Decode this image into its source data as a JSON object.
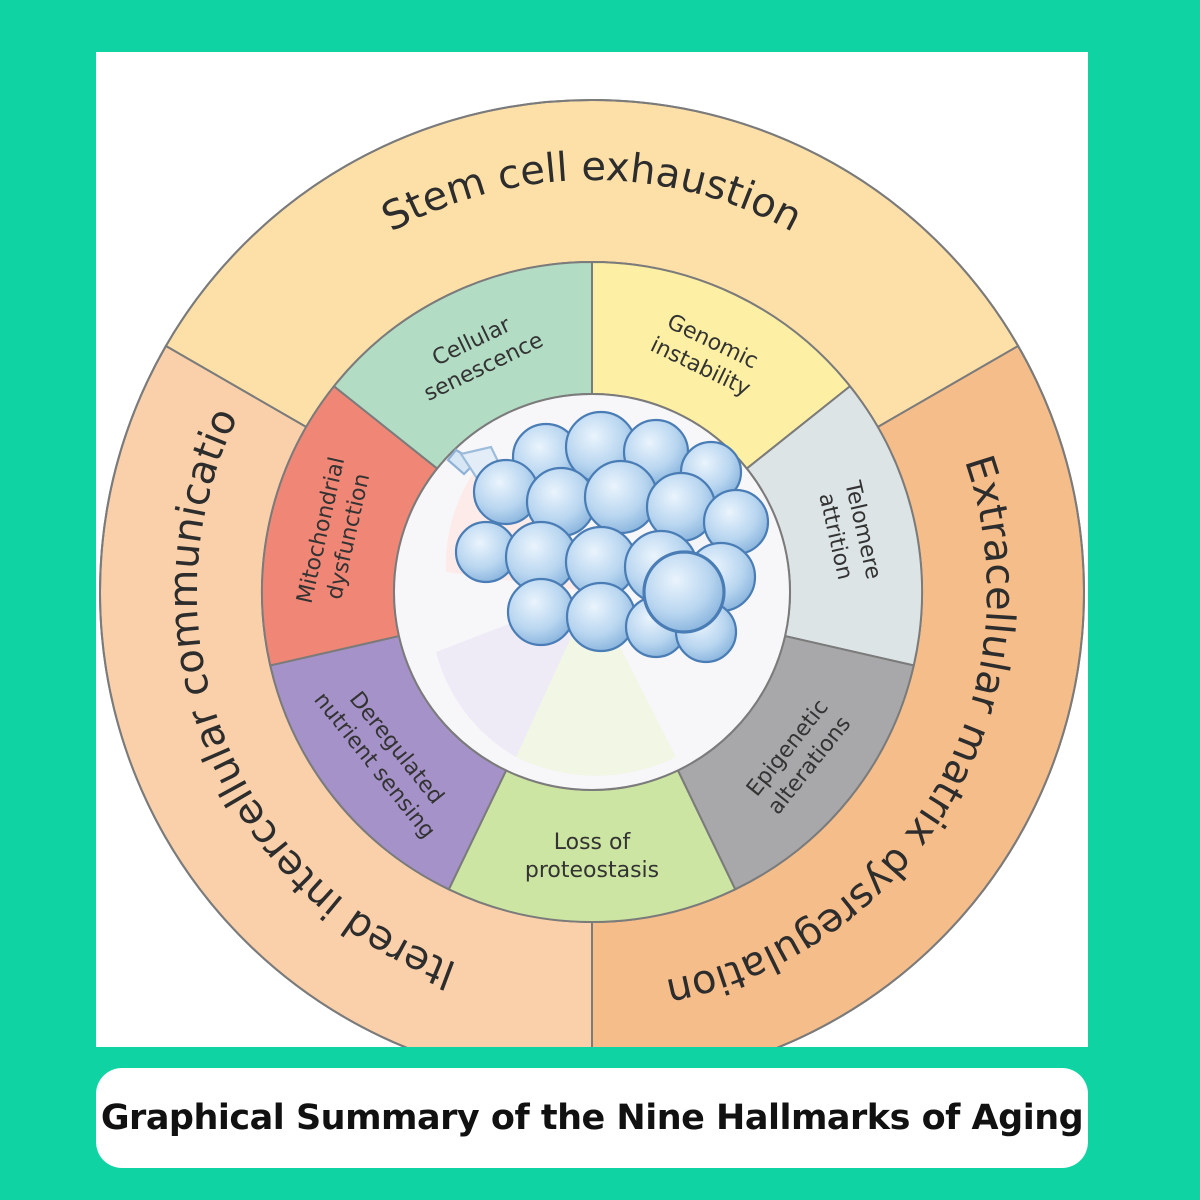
{
  "caption": "Graphical Summary of the Nine Hallmarks of Aging",
  "outer_ring": [
    {
      "id": "stem",
      "label": "Stem cell exhaustion",
      "color": "#fde0a8"
    },
    {
      "id": "ecm",
      "label": "Extracellular matrix dysregulation",
      "color": "#f5bd8a"
    },
    {
      "id": "altered",
      "label": "Altered intercellular communication",
      "color": "#f9d0aa"
    }
  ],
  "middle_ring": [
    {
      "id": "genomic",
      "lines": [
        "Genomic",
        "instability"
      ],
      "color": "#fdf0a4"
    },
    {
      "id": "telomere",
      "lines": [
        "Telomere",
        "attrition"
      ],
      "color": "#dde4e6"
    },
    {
      "id": "epigenetic",
      "lines": [
        "Epigenetic",
        "alterations"
      ],
      "color": "#a8a8aa"
    },
    {
      "id": "proteostasis",
      "lines": [
        "Loss of",
        "proteostasis"
      ],
      "color": "#cde5a2"
    },
    {
      "id": "nutrient",
      "lines": [
        "Deregulated",
        "nutrient sensing"
      ],
      "color": "#a592c8"
    },
    {
      "id": "mito",
      "lines": [
        "Mitochondrial",
        "dysfunction"
      ],
      "color": "#f08676"
    },
    {
      "id": "senescence",
      "lines": [
        "Cellular",
        "senescence"
      ],
      "color": "#b3dcc4"
    }
  ],
  "colors": {
    "background": "#0fd3a2",
    "ring_stroke": "#7b7b7b",
    "cell_fill": "#b9d6f0",
    "cell_stroke": "#4a7db5"
  },
  "center_icon": "cell-cluster-icon"
}
